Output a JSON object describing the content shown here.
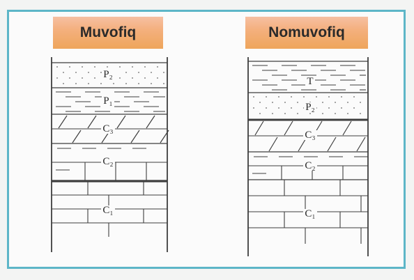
{
  "columns": [
    {
      "title": "Muvofiq",
      "layers": [
        {
          "symbol": "P₂",
          "pattern": "sandstone"
        },
        {
          "symbol": "P₁",
          "pattern": "shale"
        },
        {
          "symbol": "C₃",
          "pattern": "dolomite"
        },
        {
          "symbol": "C₂",
          "pattern": "shaly-limestone"
        },
        {
          "symbol": "C₁",
          "pattern": "limestone"
        }
      ]
    },
    {
      "title": "Nomuvofiq",
      "layers": [
        {
          "symbol": "T",
          "pattern": "shale"
        },
        {
          "symbol": "P₂",
          "pattern": "sandstone"
        },
        {
          "symbol": "C₃",
          "pattern": "dolomite"
        },
        {
          "symbol": "C₂",
          "pattern": "shaly-limestone"
        },
        {
          "symbol": "C₁",
          "pattern": "limestone"
        }
      ]
    }
  ]
}
